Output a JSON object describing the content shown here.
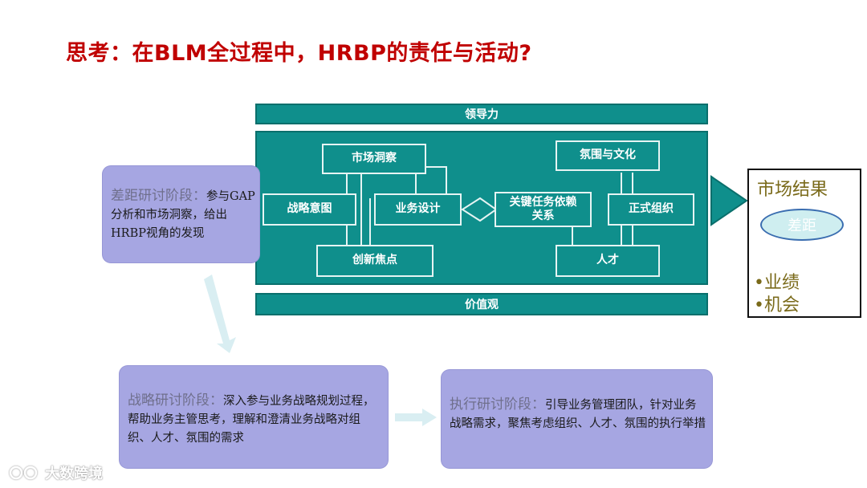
{
  "title": "思考：在BLM全过程中，HRBP的责任与活动?",
  "model": {
    "top_bar": "领导力",
    "bottom_bar": "价值观",
    "boxes": {
      "market_insight": "市场洞察",
      "strategic_intent": "战略意图",
      "business_design": "业务设计",
      "innovation_focus": "创新焦点",
      "climate_culture": "氛围与文化",
      "critical_tasks_line1": "关键任务依赖",
      "critical_tasks_line2": "关系",
      "formal_org": "正式组织",
      "talent": "人才"
    }
  },
  "results": {
    "title": "市场结果",
    "gap": "差距",
    "items": [
      "•业绩",
      "•机会"
    ]
  },
  "stages": {
    "gap": {
      "head": "差距研讨阶段：",
      "body": "参与GAP分析和市场洞察，给出HRBP视角的发现"
    },
    "strategy": {
      "head": "战略研讨阶段：",
      "body": "深入参与业务战略规划过程，帮助业务主管思考，理解和澄清业务战略对组织、人才、氛围的需求"
    },
    "execution": {
      "head": "执行研讨阶段：",
      "body": "引导业务管理团队，针对业务战略需求，聚焦考虑组织、人才、氛围的执行举措"
    }
  },
  "watermark": "大数跨境",
  "colors": {
    "teal": "#0f8f8c",
    "stage": "#a6a6e2",
    "title": "#c00000",
    "arrow": "#d9eef2"
  }
}
